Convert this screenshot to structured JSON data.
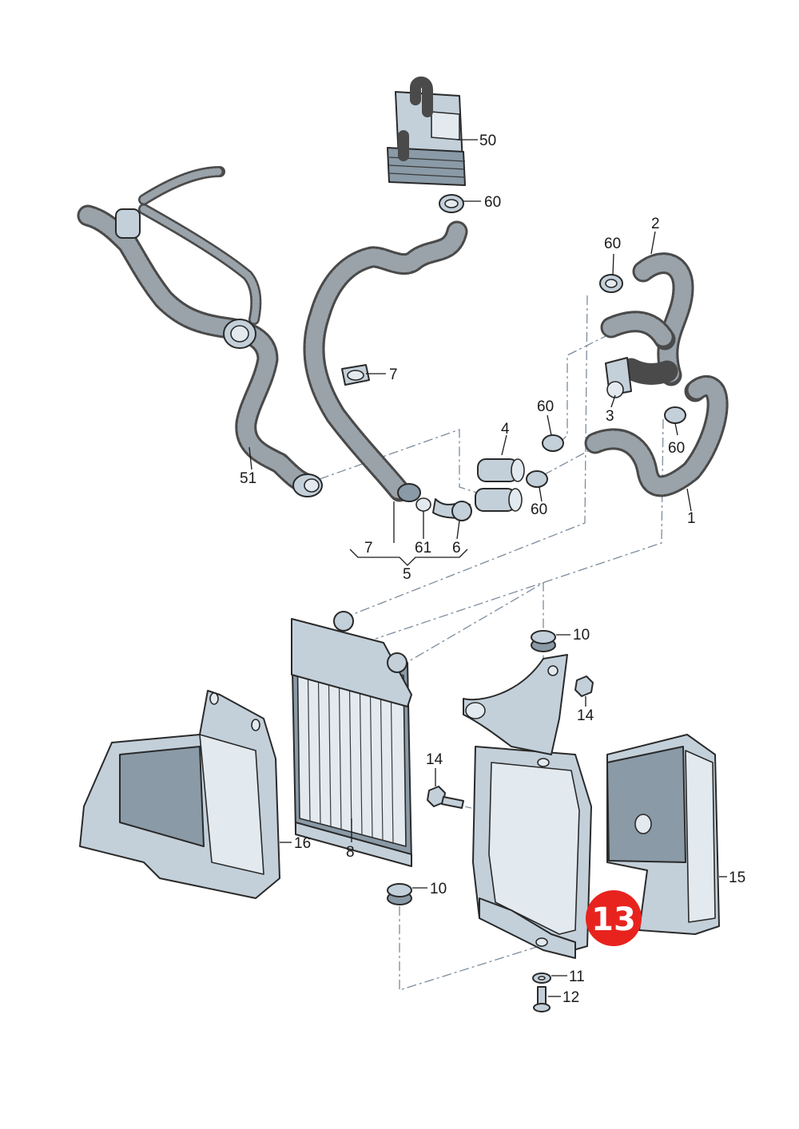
{
  "callouts": [
    {
      "id": "c50",
      "text": "50"
    },
    {
      "id": "c60a",
      "text": "60"
    },
    {
      "id": "c2",
      "text": "2"
    },
    {
      "id": "c60b",
      "text": "60"
    },
    {
      "id": "c7a",
      "text": "7"
    },
    {
      "id": "c60c",
      "text": "60"
    },
    {
      "id": "c4",
      "text": "4"
    },
    {
      "id": "c3",
      "text": "3"
    },
    {
      "id": "c60d",
      "text": "60"
    },
    {
      "id": "c51",
      "text": "51"
    },
    {
      "id": "c60e",
      "text": "60"
    },
    {
      "id": "c1",
      "text": "1"
    },
    {
      "id": "c7b",
      "text": "7"
    },
    {
      "id": "c61",
      "text": "61"
    },
    {
      "id": "c6",
      "text": "6"
    },
    {
      "id": "c5",
      "text": "5"
    },
    {
      "id": "c10a",
      "text": "10"
    },
    {
      "id": "c14a",
      "text": "14"
    },
    {
      "id": "c14b",
      "text": "14"
    },
    {
      "id": "c16",
      "text": "16"
    },
    {
      "id": "c8",
      "text": "8"
    },
    {
      "id": "c15",
      "text": "15"
    },
    {
      "id": "c10b",
      "text": "10"
    },
    {
      "id": "c11",
      "text": "11"
    },
    {
      "id": "c12",
      "text": "12"
    }
  ],
  "highlight": {
    "text": "13",
    "color": "#e8231e"
  },
  "colors": {
    "part_fill": "#c3d0da",
    "hose": "#4a4a4a",
    "dash_line": "#7d8c9c"
  }
}
